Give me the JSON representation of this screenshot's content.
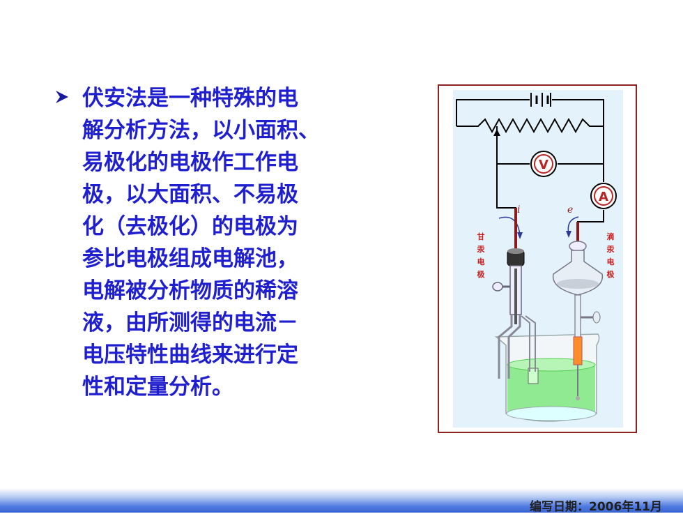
{
  "bullet": {
    "lines": [
      "伏安法是一种特殊的电",
      "解分析方法，以小面积、",
      "易极化的电极作工作电",
      "极，以大面积、不易极",
      "化（去极化）的电极为",
      "参比电极组成电解池，",
      "电解被分析物质的稀溶",
      "液，由所测得的电流－",
      "电压特性曲线来进行定",
      "性和定量分析。"
    ]
  },
  "figure": {
    "voltmeter_label": "V",
    "ammeter_label": "A",
    "current_label": "i",
    "electron_label": "e",
    "left_electrode_label": [
      "甘",
      "汞",
      "电",
      "极"
    ],
    "right_electrode_label": [
      "滴",
      "汞",
      "电",
      "极"
    ]
  },
  "footer": {
    "date_text": "编写日期：2006年11月"
  },
  "colors": {
    "text_blue": "#1f1fd0",
    "frame_border": "#8b2323",
    "wire": "#000000",
    "arrow_bullet": "#1a1aa0",
    "electrode_red": "#8b1a1a",
    "solution_green": "#7fe87f"
  }
}
